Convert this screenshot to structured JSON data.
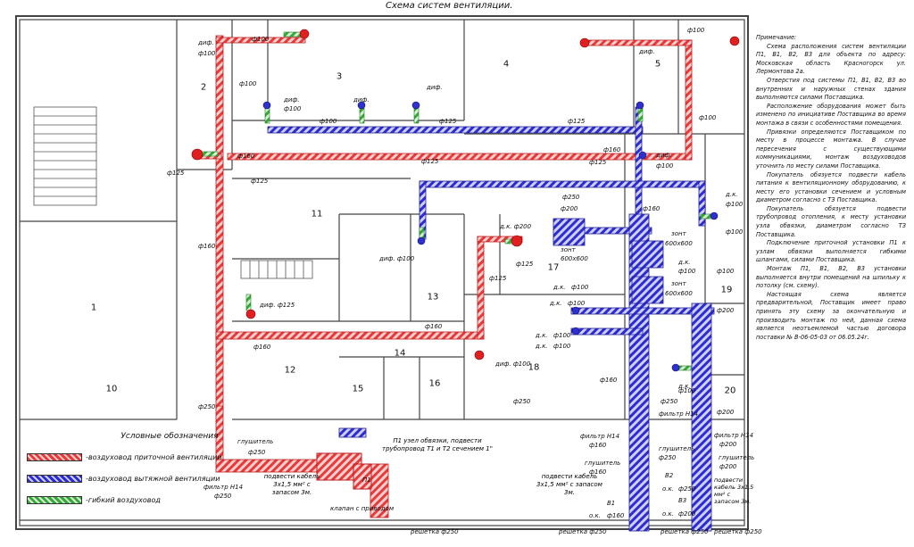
{
  "title": "Схема систем вентиляции.",
  "rooms": [
    "1",
    "2",
    "3",
    "4",
    "5",
    "10",
    "11",
    "12",
    "13",
    "14",
    "15",
    "16",
    "17",
    "18",
    "19",
    "20"
  ],
  "notes": {
    "heading": "Примечание:",
    "paragraphs": [
      "Схема расположения систем вентиляции П1, В1, В2, В3 для объекта по адресу: Московская область Красногорск ул. Лермонтова 2а.",
      "Отверстия под системы П1, В1, В2, В3 во внутренних и наружных стенах здания выполняются силами Поставщика.",
      "Расположение оборудования может быть изменено по инициативе Поставщика во время монтажа в связи с особенностями помещения.",
      "Привязки определяются Поставщиком по месту в процессе монтажа. В случае пересечения с существующими коммуникациями, монтаж воздуховодов уточнить по месту силами Поставщика.",
      "Покупатель обязуется подвести кабель питания к вентиляционному оборудованию, к месту его установки сечением и условным диаметром согласно с ТЗ Поставщика.",
      "Покупатель обязуется подвести трубопровод отопления, к месту установки узла обвязки, диаметром согласно ТЗ Поставщика.",
      "Подключение приточной установки П1 к узлам обвязки выполняется гибкими шлангами, силами Поставщика.",
      "Монтаж П1, В1, В2, В3 установки выполняется внутри помещений на шпильку к потолку (см. схему).",
      "Настоящая схема является предварительной, Поставщик имеет право принять эту схему за окончательную и производить монтаж по ней, данная схема является неотъемлемой частью договора поставки № В-06-05-03 от 06.05.24г."
    ]
  },
  "legend": {
    "title": "Условные обозначения",
    "items": [
      {
        "label": "-воздуховод приточной вентиляции",
        "color": "#e63b3b"
      },
      {
        "label": "-воздуховод вытяжной вентиляции",
        "color": "#2d2dcf"
      },
      {
        "label": "-гибкий воздуховод",
        "color": "#36a936"
      }
    ]
  },
  "labels": {
    "dif100": "диф.",
    "d100": "ф100",
    "d125": "ф125",
    "d160": "ф160",
    "d200": "ф200",
    "d250": "ф250",
    "zont": "зонт",
    "size600": "600x600",
    "dk": "д.к.",
    "ok": "о.к.",
    "filterH14": "фильтр Н14",
    "glush": "глушитель",
    "reshetka": "решетка ф250",
    "p1node": "П1 узел обвязки, подвести трубопровод Т1 и Т2 сечением 1\"",
    "cable": "подвести кабель 3х1,5 мм² с запасом 3м.",
    "klapan": "клапан с приводом",
    "P1": "П1",
    "B1": "В1",
    "B2": "В2",
    "B3": "В3",
    "dif125": "диф. ф125",
    "dk200": "д.к. ф200",
    "dif100full": "диф. ф100"
  },
  "colors": {
    "supply": "#e63b3b",
    "exhaust": "#2d2dcf",
    "flex": "#36a936",
    "wall": "#444444"
  }
}
